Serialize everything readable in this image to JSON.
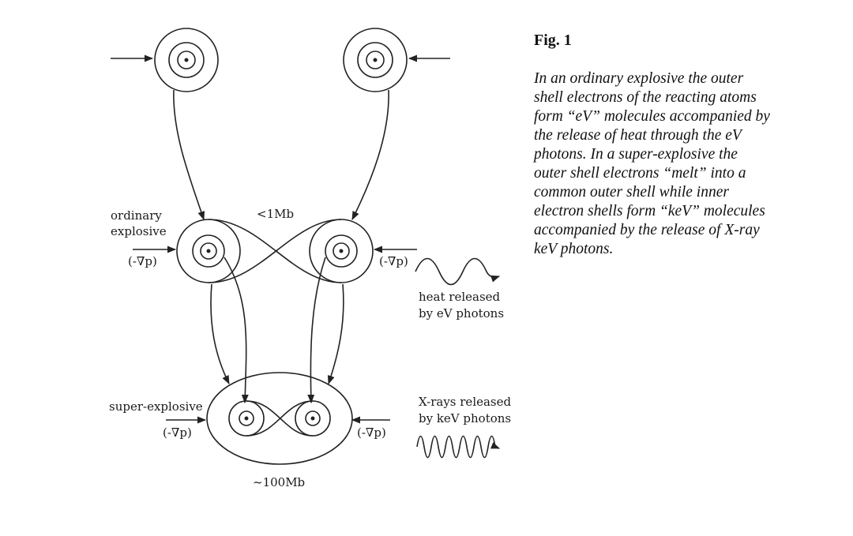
{
  "figure": {
    "title": "Fig. 1",
    "caption": "In an ordinary explosive the outer shell electrons of the reacting atoms form “eV” molecules accompanied by the release of heat through the eV photons. In a super-explosive the outer shell electrons “melt” into a common outer shell while inner electron shells form “keV” molecules accompanied by the release of X-ray keV photons."
  },
  "diagram": {
    "labels": {
      "ordinary_line1": "ordinary",
      "ordinary_line2": "explosive",
      "pressure": "(-∇p)",
      "pressure_mid_right": "(-∇p)",
      "pressure_bottom_left": "(-∇p)",
      "pressure_bottom_right": "(-∇p)",
      "less_than_1mb": "<1Mb",
      "heat_line1": "heat released",
      "heat_line2": "by eV photons",
      "super_explosive": "super-explosive",
      "xray_line1": "X-rays released",
      "xray_line2": "by keV photons",
      "approx_100mb": "~100Mb"
    }
  }
}
